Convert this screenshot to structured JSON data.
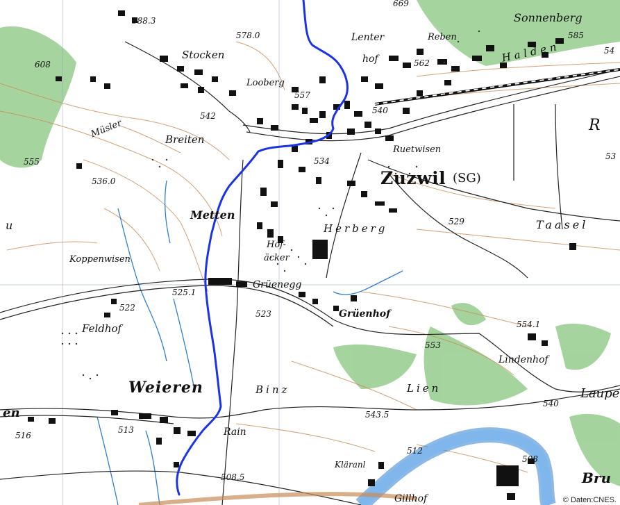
{
  "map": {
    "colors": {
      "background": "#ffffff",
      "forest": "#9ccf93",
      "contour": "#c98b5a",
      "water": "#2f7fd1",
      "river_fill": "#7fb6ec",
      "route": "#1a33e6",
      "road": "#222222",
      "grid": "#8aa0b8"
    },
    "labels": {
      "zuzwil": "Zuzwil",
      "zuzwil_sg": "(SG)",
      "weieren": "Weieren",
      "sonnenberg": "Sonnenberg",
      "lenter": "Lenter",
      "hof": "hof",
      "reben": "Reben",
      "halden": "Halden",
      "stocken": "Stocken",
      "looberg": "Looberg",
      "musler": "Müsler",
      "breiten": "Breiten",
      "ruetwisen": "Ruetwisen",
      "metten": "Metten",
      "herberg": "Herberg",
      "hofacker_1": "Hof-",
      "hofacker_2": "äcker",
      "koppenwisen": "Koppenwisen",
      "gruenegg": "Grüenegg",
      "gruenhof": "Grüenhof",
      "feldhof": "Feldhof",
      "lindenhof": "Lindenhof",
      "binz": "Binz",
      "lien": "Lien",
      "rain": "Rain",
      "klaeranl": "Kläranl",
      "gillhof": "Gillhof",
      "taasel": "Taasel",
      "r": "R",
      "laupe": "Laupe",
      "bru": "Bru",
      "en": "en",
      "u": "u",
      "p669": "669",
      "p588": "588.3",
      "p578": "578.0",
      "p608": "608",
      "p562": "562",
      "p585": "585",
      "p54": "54",
      "p557": "557",
      "p540a": "540",
      "p542": "542",
      "p555": "555",
      "p536": "536.0",
      "p534": "534",
      "p53": "53",
      "p529": "529",
      "p525": "525.1",
      "p522": "522",
      "p523": "523",
      "p5541": "554.1",
      "p553": "553",
      "p540b": "540",
      "p516": "516",
      "p513": "513",
      "p5435": "543.5",
      "p512": "512",
      "p508": "508",
      "p5085": "508.5"
    },
    "credit": "© Daten:CNES."
  }
}
